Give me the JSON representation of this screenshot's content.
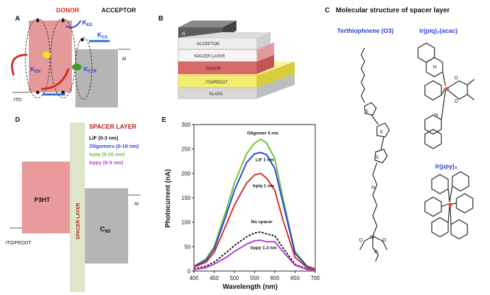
{
  "panelA": {
    "letter": "A",
    "donor": "DONOR",
    "acceptor": "ACCEPTOR",
    "k_ed": "K",
    "k_ed_sub": "ED",
    "k_cs": "K",
    "k_cs_sub": "CS",
    "k_en": "K",
    "k_en_sub": "EN",
    "k_ctr": "K",
    "k_ctr_sub": "CTR",
    "ito": "ITO",
    "al": "Al"
  },
  "panelB": {
    "letter": "B",
    "layers": [
      "Al",
      "ACCEPTOR",
      "SPACER LAYER",
      "DONOR",
      "ITO/PEDOT",
      "GLASS"
    ]
  },
  "panelC": {
    "letter": "C",
    "title": "Molecular structure of spacer layer",
    "o3": "Terthiophnene (O3)",
    "irpiq": "Ir(piq)₂(acac)",
    "irppy": "Ir(ppy)₃"
  },
  "panelD": {
    "letter": "D",
    "spacer_title": "SPACER LAYER",
    "items": [
      {
        "text": "LiF (0-3 nm)",
        "color": "#111111"
      },
      {
        "text": "Oligomers (0-16 nm)",
        "color": "#2b3fd6"
      },
      {
        "text": "Irpiq (0-10 nm)",
        "color": "#67c23a"
      },
      {
        "text": "Irppy (0-5 nm)",
        "color": "#b43bd1"
      }
    ],
    "p3ht": "P3HT",
    "spacer_vertical": "SPACER LAYER",
    "c60": "C",
    "c60_sub": "60",
    "al": "Al",
    "ito": "ITO/PEDOT"
  },
  "chart_data": {
    "type": "line",
    "title": "",
    "xlabel": "Wavelength (nm)",
    "ylabel": "Photocurrent (nA)",
    "xlim": [
      400,
      700
    ],
    "ylim": [
      0,
      300
    ],
    "xticks": [
      400,
      450,
      500,
      550,
      600,
      650,
      700
    ],
    "yticks": [
      0,
      50,
      100,
      150,
      200,
      250,
      300
    ],
    "panel_letter": "E",
    "series": [
      {
        "color": "#67c23a",
        "dashed": false,
        "x": [
          400,
          430,
          450,
          480,
          500,
          530,
          550,
          565,
          580,
          600,
          620,
          650,
          680,
          700
        ],
        "y": [
          10,
          25,
          50,
          125,
          180,
          240,
          262,
          270,
          262,
          230,
          150,
          40,
          10,
          5
        ]
      },
      {
        "color": "#2b3fd6",
        "dashed": false,
        "x": [
          400,
          430,
          450,
          480,
          500,
          530,
          550,
          565,
          580,
          600,
          620,
          650,
          680,
          700
        ],
        "y": [
          9,
          22,
          45,
          115,
          165,
          222,
          240,
          243,
          238,
          210,
          140,
          36,
          9,
          4
        ]
      },
      {
        "color": "#d62b2b",
        "dashed": false,
        "x": [
          400,
          430,
          450,
          480,
          500,
          530,
          550,
          565,
          580,
          600,
          620,
          650,
          680,
          700
        ],
        "y": [
          8,
          18,
          38,
          95,
          135,
          180,
          197,
          200,
          190,
          165,
          105,
          28,
          7,
          4
        ]
      },
      {
        "color": "#111111",
        "dashed": true,
        "x": [
          400,
          430,
          450,
          480,
          500,
          530,
          550,
          565,
          580,
          600,
          620,
          650,
          680,
          700
        ],
        "y": [
          4,
          10,
          18,
          38,
          52,
          70,
          78,
          80,
          76,
          72,
          48,
          14,
          4,
          2
        ]
      },
      {
        "color": "#b43bd1",
        "dashed": false,
        "x": [
          400,
          430,
          450,
          480,
          500,
          530,
          550,
          565,
          580,
          600,
          620,
          650,
          680,
          700
        ],
        "y": [
          3,
          7,
          14,
          28,
          40,
          55,
          62,
          63,
          60,
          60,
          40,
          12,
          3,
          2
        ]
      }
    ],
    "annotations": [
      {
        "text": "Oligomer 5 nm",
        "x": 570,
        "y": 280
      },
      {
        "text": "LiF 1 nm",
        "x": 575,
        "y": 225
      },
      {
        "text": "Irpiq 1 nm",
        "x": 572,
        "y": 172
      },
      {
        "text": "No spacer",
        "x": 568,
        "y": 98
      },
      {
        "text": "Irppy 1.3 nm",
        "x": 572,
        "y": 45
      }
    ]
  }
}
